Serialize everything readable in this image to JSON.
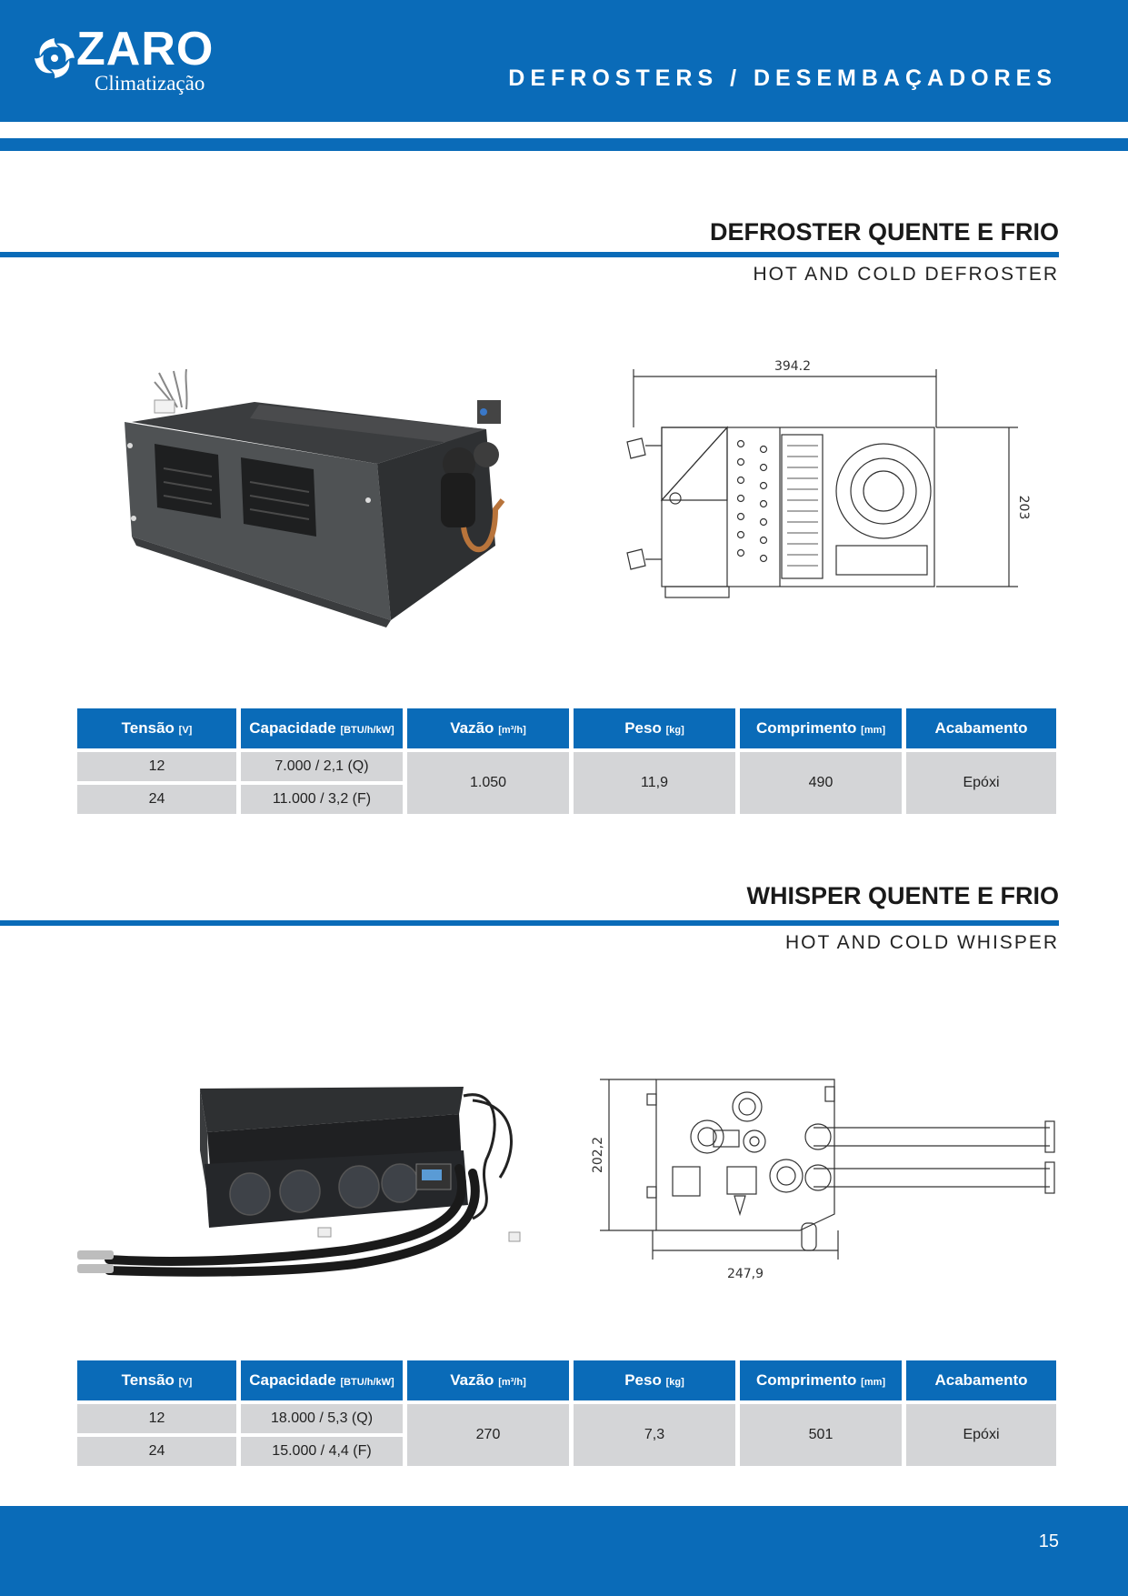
{
  "header": {
    "logo_name": "ZARO",
    "logo_sub": "Climatização",
    "title": "DEFROSTERS / DESEMBAÇADORES"
  },
  "products": [
    {
      "title": "DEFROSTER QUENTE E FRIO",
      "subtitle": "HOT AND COLD DEFROSTER",
      "dims": {
        "width": "394.2",
        "height": "203"
      },
      "table": {
        "headers": [
          {
            "label": "Tensão",
            "unit": "[V]"
          },
          {
            "label": "Capacidade",
            "unit": "[BTU/h/kW]"
          },
          {
            "label": "Vazão",
            "unit": "[m³/h]"
          },
          {
            "label": "Peso",
            "unit": "[kg]"
          },
          {
            "label": "Comprimento",
            "unit": "[mm]"
          },
          {
            "label": "Acabamento",
            "unit": ""
          }
        ],
        "voltages": [
          "12",
          "24"
        ],
        "capacities": [
          "7.000 / 2,1 (Q)",
          "11.000 / 3,2 (F)"
        ],
        "vazao": "1.050",
        "peso": "11,9",
        "comprimento": "490",
        "acabamento": "Epóxi"
      }
    },
    {
      "title": "WHISPER QUENTE E FRIO",
      "subtitle": "HOT AND COLD WHISPER",
      "dims": {
        "width": "247,9",
        "height": "202,2"
      },
      "table": {
        "headers": [
          {
            "label": "Tensão",
            "unit": "[V]"
          },
          {
            "label": "Capacidade",
            "unit": "[BTU/h/kW]"
          },
          {
            "label": "Vazão",
            "unit": "[m³/h]"
          },
          {
            "label": "Peso",
            "unit": "[kg]"
          },
          {
            "label": "Comprimento",
            "unit": "[mm]"
          },
          {
            "label": "Acabamento",
            "unit": ""
          }
        ],
        "voltages": [
          "12",
          "24"
        ],
        "capacities": [
          "18.000 / 5,3 (Q)",
          "15.000 / 4,4 (F)"
        ],
        "vazao": "270",
        "peso": "7,3",
        "comprimento": "501",
        "acabamento": "Epóxi"
      }
    }
  ],
  "footer": {
    "page_number": "15"
  },
  "colors": {
    "brand_blue": "#0a6bb8",
    "cell_gray": "#d4d5d7"
  }
}
